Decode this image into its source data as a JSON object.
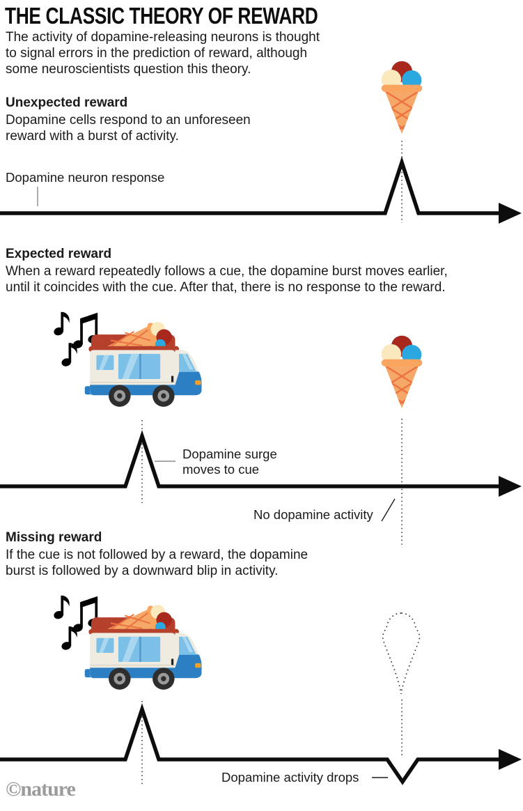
{
  "title": "THE CLASSIC THEORY OF REWARD",
  "intro": "The activity of dopamine-releasing neurons is thought\nto signal errors in the prediction of reward, although\nsome neuroscientists question this theory.",
  "sections": {
    "unexpected": {
      "heading": "Unexpected reward",
      "body": "Dopamine cells respond to an unforeseen\nreward with a burst of activity.",
      "axis_label": "Dopamine neuron response",
      "reward_icon": "ice-cream-cone-icon",
      "trace": "flat baseline with a single burst spike aligned with the reward"
    },
    "expected": {
      "heading": "Expected reward",
      "body": "When a reward repeatedly follows a cue, the dopamine burst moves earlier,\nuntil it coincides with the cue. After that, there is no response to the reward.",
      "cue_icon": "ice-cream-truck-icon",
      "reward_icon": "ice-cream-cone-icon",
      "label_surge": "Dopamine surge\nmoves to cue",
      "label_none": "No dopamine activity",
      "trace": "burst spike aligned with the cue (truck); flat at the reward (cone)"
    },
    "missing": {
      "heading": "Missing reward",
      "body": "If the cue is not followed by a reward, the dopamine\nburst is followed by a downward blip in activity.",
      "cue_icon": "ice-cream-truck-icon",
      "reward_icon": "missing-ice-cream-outline-icon",
      "label_drop": "Dopamine activity drops",
      "trace": "burst spike at the cue; downward V blip where reward was expected"
    }
  },
  "credit": "©nature",
  "colors": {
    "text": "#1a1a1a",
    "axis": "#0d0d0d",
    "cone_body": "#F6A869",
    "cone_lattice": "#ED7440",
    "cone_rim": "#F9A55F",
    "scoop_red": "#A8281D",
    "scoop_cream": "#FBE9BE",
    "scoop_blue": "#2BA8E0",
    "truck_body": "#EFEBE1",
    "truck_blue": "#2B7FC2",
    "truck_roof": "#B5402B",
    "window_blue": "#7CC0E8",
    "headlight_orange": "#F5A028",
    "credit_gray": "#9B9B9B"
  }
}
